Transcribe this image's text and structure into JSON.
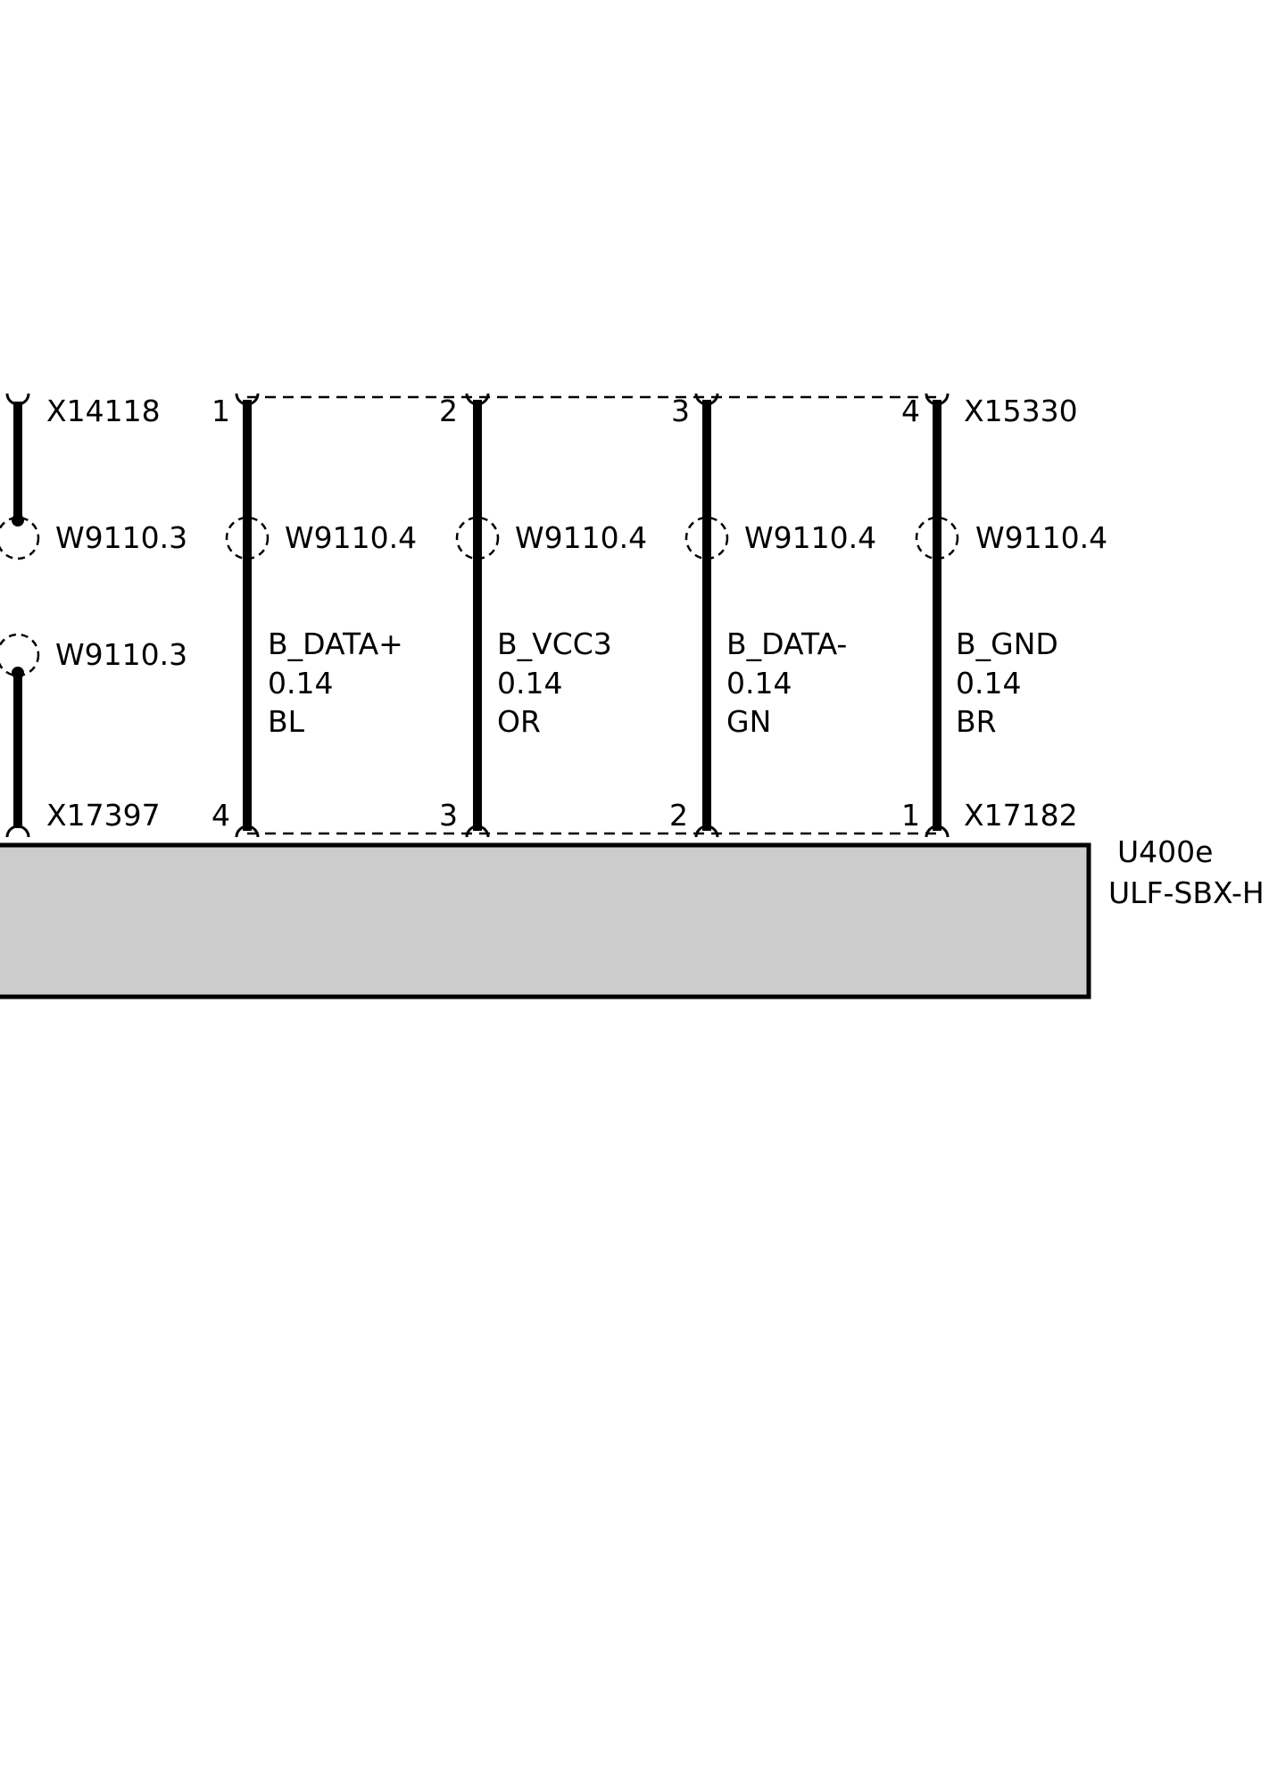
{
  "connectors": {
    "x14118": "X14118",
    "x17397": "X17397",
    "x15330": "X15330",
    "x17182": "X17182"
  },
  "shields": {
    "left_top": "W9110.3",
    "left_bottom": "W9110.3",
    "w1": "W9110.4",
    "w2": "W9110.4",
    "w3": "W9110.4",
    "w4": "W9110.4"
  },
  "pins": {
    "top": [
      "1",
      "2",
      "3",
      "4"
    ],
    "bottom": [
      "4",
      "3",
      "2",
      "1"
    ]
  },
  "wires": [
    {
      "signal": "B_DATA+",
      "size": "0.14",
      "color": "BL"
    },
    {
      "signal": "B_VCC3",
      "size": "0.14",
      "color": "OR"
    },
    {
      "signal": "B_DATA-",
      "size": "0.14",
      "color": "GN"
    },
    {
      "signal": "B_GND",
      "size": "0.14",
      "color": "BR"
    }
  ],
  "component": {
    "id": "U400e",
    "name": "ULF-SBX-H",
    "fill": "#cccccc"
  }
}
